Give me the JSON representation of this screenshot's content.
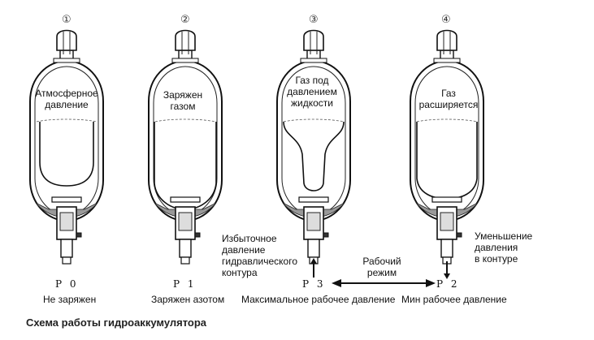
{
  "stages": [
    {
      "num": "①",
      "inside": [
        "Атмосферное",
        "давление"
      ],
      "pressure": "P 0",
      "under": "Не заряжен"
    },
    {
      "num": "②",
      "inside": [
        "Заряжен",
        "газом"
      ],
      "pressure": "P 1",
      "under": "Заряжен азотом"
    },
    {
      "num": "③",
      "inside": [
        "Газ под",
        "давлением",
        "жидкости"
      ],
      "pressure": "P 3",
      "under": "Максимальное рабочее давление"
    },
    {
      "num": "④",
      "inside": [
        "Газ",
        "расширяется"
      ],
      "pressure": "P 2",
      "under": "Мин рабочее давление"
    }
  ],
  "side_notes": {
    "excess": [
      "Избыточное",
      "давление",
      "гидравлического",
      "контура"
    ],
    "decrease": [
      "Уменьшение",
      "давления",
      "в контуре"
    ]
  },
  "mode": [
    "Рабочий",
    "режим"
  ],
  "caption": "Схема работы гидроаккумулятора"
}
